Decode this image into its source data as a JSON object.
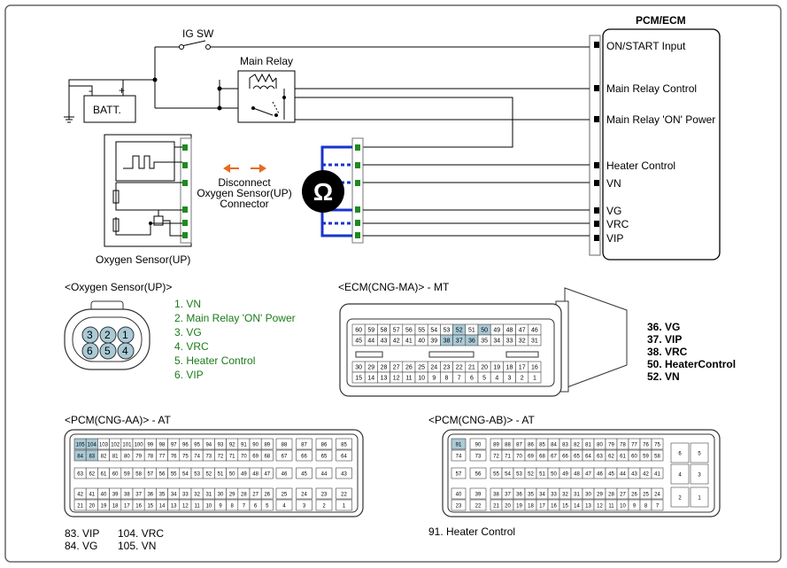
{
  "colors": {
    "accent_blue": "#1a33cc",
    "accent_green": "#1f8a1f",
    "accent_orange": "#e86a1c",
    "highlight_pin": "#a9cad6"
  },
  "top": {
    "pcm_title": "PCM/ECM",
    "ig_sw": "IG SW",
    "main_relay": "Main Relay",
    "batt": "BATT.",
    "batt_minus": "-",
    "batt_plus": "+",
    "sensor_label": "Oxygen Sensor(UP)",
    "disconnect_lines": [
      "Disconnect",
      "Oxygen Sensor(UP)",
      "Connector"
    ],
    "ohm_symbol": "Ω",
    "pcm_pins": [
      "ON/START Input",
      "Main Relay Control",
      "Main Relay 'ON' Power",
      "Heater Control",
      "VN",
      "VG",
      "VRC",
      "VIP"
    ]
  },
  "sensor_conn": {
    "title": "<Oxygen Sensor(UP)>",
    "pins_top": [
      "3",
      "2",
      "1"
    ],
    "pins_bottom": [
      "6",
      "5",
      "4"
    ],
    "legend": [
      "1. VN",
      "2. Main Relay 'ON' Power",
      "3. VG",
      "4. VRC",
      "5. Heater Control",
      "6. VIP"
    ]
  },
  "ecm_ma": {
    "title": "<ECM(CNG-MA)> - MT",
    "row1": [
      "60",
      "59",
      "58",
      "57",
      "56",
      "55",
      "54",
      "53",
      "52",
      "51",
      "50",
      "49",
      "48",
      "47",
      "46"
    ],
    "row2": [
      "45",
      "44",
      "43",
      "42",
      "41",
      "40",
      "39",
      "38",
      "37",
      "36",
      "35",
      "34",
      "33",
      "32",
      "31"
    ],
    "row3": [
      "30",
      "29",
      "28",
      "27",
      "26",
      "25",
      "24",
      "23",
      "22",
      "21",
      "20",
      "19",
      "18",
      "17",
      "16"
    ],
    "row4": [
      "15",
      "14",
      "13",
      "12",
      "11",
      "10",
      "9",
      "8",
      "7",
      "6",
      "5",
      "4",
      "3",
      "2",
      "1"
    ],
    "legend": [
      "36. VG",
      "37. VIP",
      "38. VRC",
      "50. HeaterControl",
      "52. VN"
    ]
  },
  "pcm_aa": {
    "title": "<PCM(CNG-AA)> - AT",
    "r1": [
      "105",
      "104",
      "103",
      "102",
      "101",
      "100",
      "99",
      "98",
      "97",
      "96",
      "95",
      "94",
      "93",
      "92",
      "91",
      "90",
      "89"
    ],
    "r1b": [
      "88",
      "87",
      "86",
      "85"
    ],
    "r2": [
      "84",
      "83",
      "82",
      "81",
      "80",
      "79",
      "78",
      "77",
      "76",
      "75",
      "74",
      "73",
      "72",
      "71",
      "70",
      "69",
      "68"
    ],
    "r2b": [
      "67",
      "66",
      "65",
      "64"
    ],
    "r3": [
      "63",
      "62",
      "61",
      "60",
      "59",
      "58",
      "57",
      "56",
      "55",
      "54",
      "53",
      "52",
      "51",
      "50",
      "49",
      "48",
      "47"
    ],
    "r3b": [
      "46",
      "45",
      "44",
      "43"
    ],
    "r4": [
      "42",
      "41",
      "40",
      "39",
      "38",
      "37",
      "36",
      "35",
      "34",
      "33",
      "32",
      "31",
      "30",
      "29",
      "28",
      "27",
      "26"
    ],
    "r4b": [
      "25",
      "24",
      "23",
      "22"
    ],
    "r5": [
      "21",
      "20",
      "19",
      "18",
      "17",
      "16",
      "15",
      "14",
      "13",
      "12",
      "11",
      "10",
      "9",
      "8",
      "7",
      "6",
      "5"
    ],
    "r5b": [
      "4",
      "3",
      "2",
      "1"
    ],
    "legend": [
      "83. VIP",
      "104. VRC",
      "84. VG",
      "105. VN"
    ]
  },
  "pcm_ab": {
    "title": "<PCM(CNG-AB)> - AT",
    "c1": [
      "91",
      "74",
      "57",
      "40",
      "23"
    ],
    "c2": [
      "90",
      "73",
      "56",
      "39",
      "22"
    ],
    "r1": [
      "89",
      "88",
      "87",
      "86",
      "85",
      "84",
      "83",
      "82",
      "81",
      "80",
      "79",
      "78",
      "77",
      "76",
      "75"
    ],
    "r2": [
      "72",
      "71",
      "70",
      "69",
      "68",
      "67",
      "66",
      "65",
      "64",
      "63",
      "62",
      "61",
      "60",
      "59",
      "58"
    ],
    "r3": [
      "55",
      "54",
      "53",
      "52",
      "51",
      "50",
      "49",
      "48",
      "47",
      "46",
      "45",
      "44",
      "43",
      "42",
      "41"
    ],
    "r4": [
      "38",
      "37",
      "36",
      "35",
      "34",
      "33",
      "32",
      "31",
      "30",
      "29",
      "28",
      "27",
      "26",
      "25",
      "24"
    ],
    "r5": [
      "21",
      "20",
      "19",
      "18",
      "17",
      "16",
      "15",
      "14",
      "13",
      "12",
      "11",
      "10",
      "9",
      "8",
      "7"
    ],
    "right": [
      "6",
      "5",
      "4",
      "3",
      "2",
      "1"
    ],
    "legend": [
      "91. Heater Control"
    ]
  }
}
